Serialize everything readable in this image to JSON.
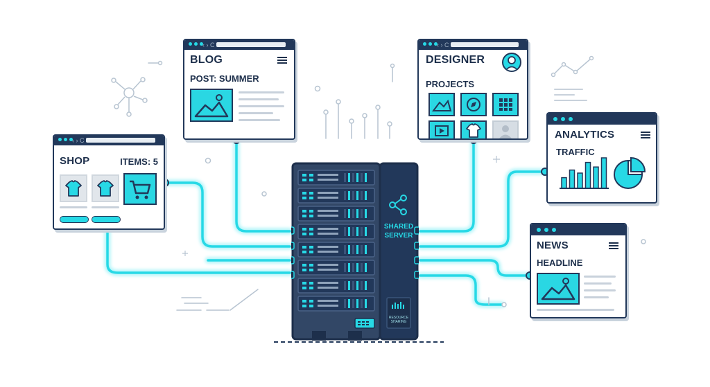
{
  "windows": {
    "blog": {
      "title": "BLOG",
      "post": "POST: SUMMER"
    },
    "designer": {
      "title": "DESIGNER",
      "section": "PROJECTS"
    },
    "shop": {
      "title": "SHOP",
      "items": "ITEMS: 5"
    },
    "analytics": {
      "title": "ANALYTICS",
      "section": "TRAFFIC",
      "bars": [
        0.35,
        0.6,
        0.5,
        0.85,
        0.7,
        1.0
      ]
    },
    "news": {
      "title": "NEWS",
      "headline": "HEADLINE"
    }
  },
  "server": {
    "label_line1": "SHARED",
    "label_line2": "SERVER",
    "badge_line1": "RESOURCE",
    "badge_line2": "SHARING"
  },
  "colors": {
    "navy": "#22385a",
    "cyan": "#27d9e6",
    "grey": "#c8d1db"
  }
}
